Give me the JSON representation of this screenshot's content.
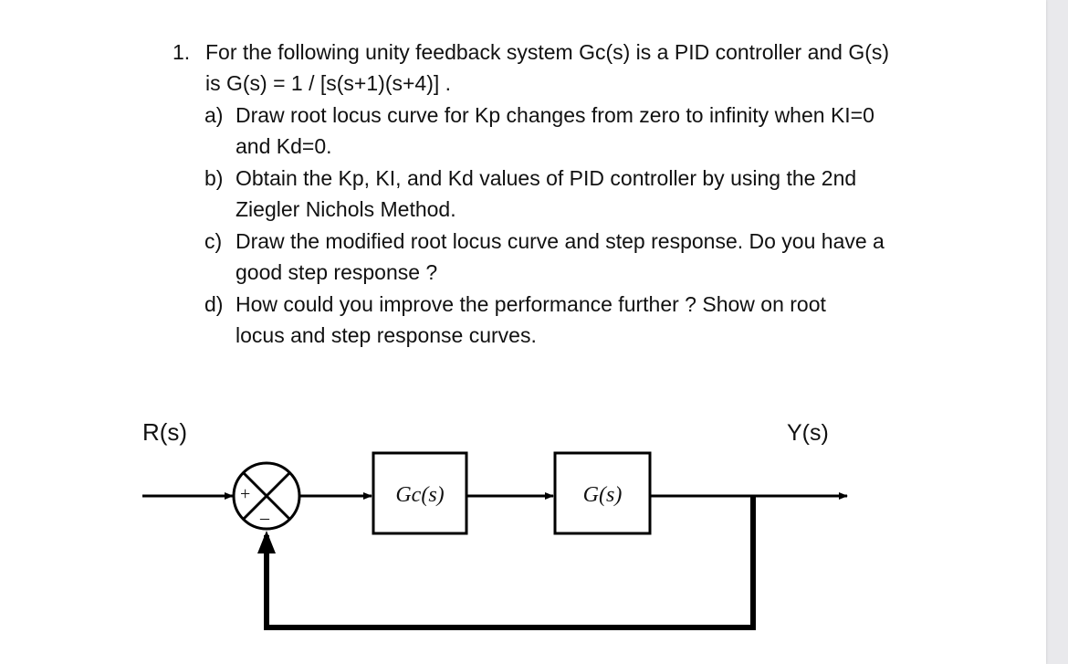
{
  "question": {
    "number": "1.",
    "intro_line1": "For the following unity feedback system Gc(s) is a PID controller and  G(s)",
    "intro_line2": "is  G(s) = 1 / [s(s+1)(s+4)] .",
    "parts": [
      {
        "label": "a)",
        "line1": "Draw root locus curve for Kp changes from zero to infinity when KI=0",
        "line2": "and Kd=0."
      },
      {
        "label": "b)",
        "line1": "Obtain the  Kp, KI, and Kd values of PID controller by using the 2nd",
        "line2": "Ziegler Nichols Method."
      },
      {
        "label": "c)",
        "line1": "Draw the modified root locus curve and step response. Do you have a",
        "line2": "good step response ?"
      },
      {
        "label": "d)",
        "line1": "How could you improve the  performance further ?  Show on root",
        "line2": "locus and step response curves."
      }
    ]
  },
  "diagram": {
    "input_label": "R(s)",
    "output_label": "Y(s)",
    "controller_label": "Gc(s)",
    "plant_label": "G(s)",
    "plus_sign": "+",
    "minus_sign": "–"
  }
}
